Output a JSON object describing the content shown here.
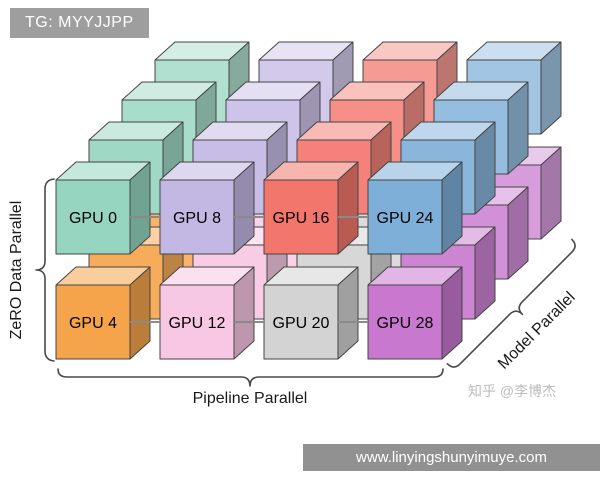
{
  "badge": {
    "text": "TG: MYYJJPP"
  },
  "axis_labels": {
    "left": "ZeRO Data Parallel",
    "bottom": "Pipeline Parallel",
    "right": "Model Parallel"
  },
  "watermark": {
    "text": "知乎 @李博杰"
  },
  "footer": {
    "url": "www.linyingshunyimuye.com"
  },
  "diagram": {
    "type": "3d-parallelism-cube-diagram",
    "cubes_per_group": 4,
    "cubes": [
      {
        "label": "GPU 0",
        "row": 0,
        "col": 0,
        "color": "#96d5bf"
      },
      {
        "label": "GPU 8",
        "row": 0,
        "col": 1,
        "color": "#c3b7e4"
      },
      {
        "label": "GPU 16",
        "row": 0,
        "col": 2,
        "color": "#f3766d"
      },
      {
        "label": "GPU 24",
        "row": 0,
        "col": 3,
        "color": "#7eafd8"
      },
      {
        "label": "GPU 4",
        "row": 1,
        "col": 0,
        "color": "#f6a44c"
      },
      {
        "label": "GPU 12",
        "row": 1,
        "col": 1,
        "color": "#f8c7e4"
      },
      {
        "label": "GPU 20",
        "row": 1,
        "col": 2,
        "color": "#d3d3d3"
      },
      {
        "label": "GPU 28",
        "row": 1,
        "col": 3,
        "color": "#c878cf"
      }
    ]
  }
}
